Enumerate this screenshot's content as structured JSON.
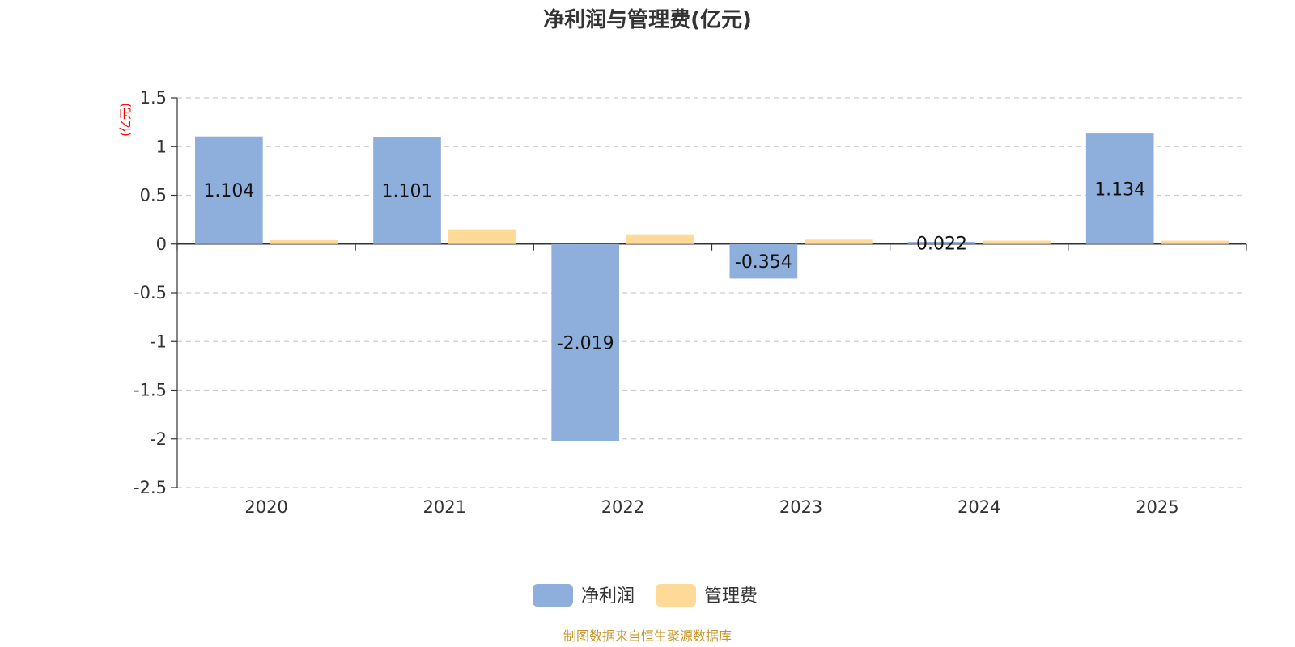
{
  "chart_data": {
    "type": "bar",
    "title": "净利润与管理费(亿元)",
    "y_unit": "(亿元)",
    "categories": [
      "2020",
      "2021",
      "2022",
      "2023",
      "2024",
      "2025"
    ],
    "series": [
      {
        "name": "净利润",
        "color": "#8eaedb",
        "values": [
          1.104,
          1.101,
          -2.019,
          -0.354,
          0.022,
          1.134
        ],
        "labels": [
          "1.104",
          "1.101",
          "-2.019",
          "-0.354",
          "0.022",
          "1.134"
        ]
      },
      {
        "name": "管理费",
        "color": "#ffd998",
        "values": [
          0.04,
          0.15,
          0.1,
          0.045,
          0.035,
          0.035
        ]
      }
    ],
    "ylim": [
      -2.5,
      1.5
    ],
    "yticks": [
      1.5,
      1,
      0.5,
      0,
      -0.5,
      -1,
      -1.5,
      -2,
      -2.5
    ],
    "ytick_labels": [
      "1.5",
      "1",
      "0.5",
      "0",
      "-0.5",
      "-1",
      "-1.5",
      "-2",
      "-2.5"
    ],
    "grid": true,
    "legend_position": "bottom-center"
  },
  "source": "制图数据来自恒生聚源数据库"
}
